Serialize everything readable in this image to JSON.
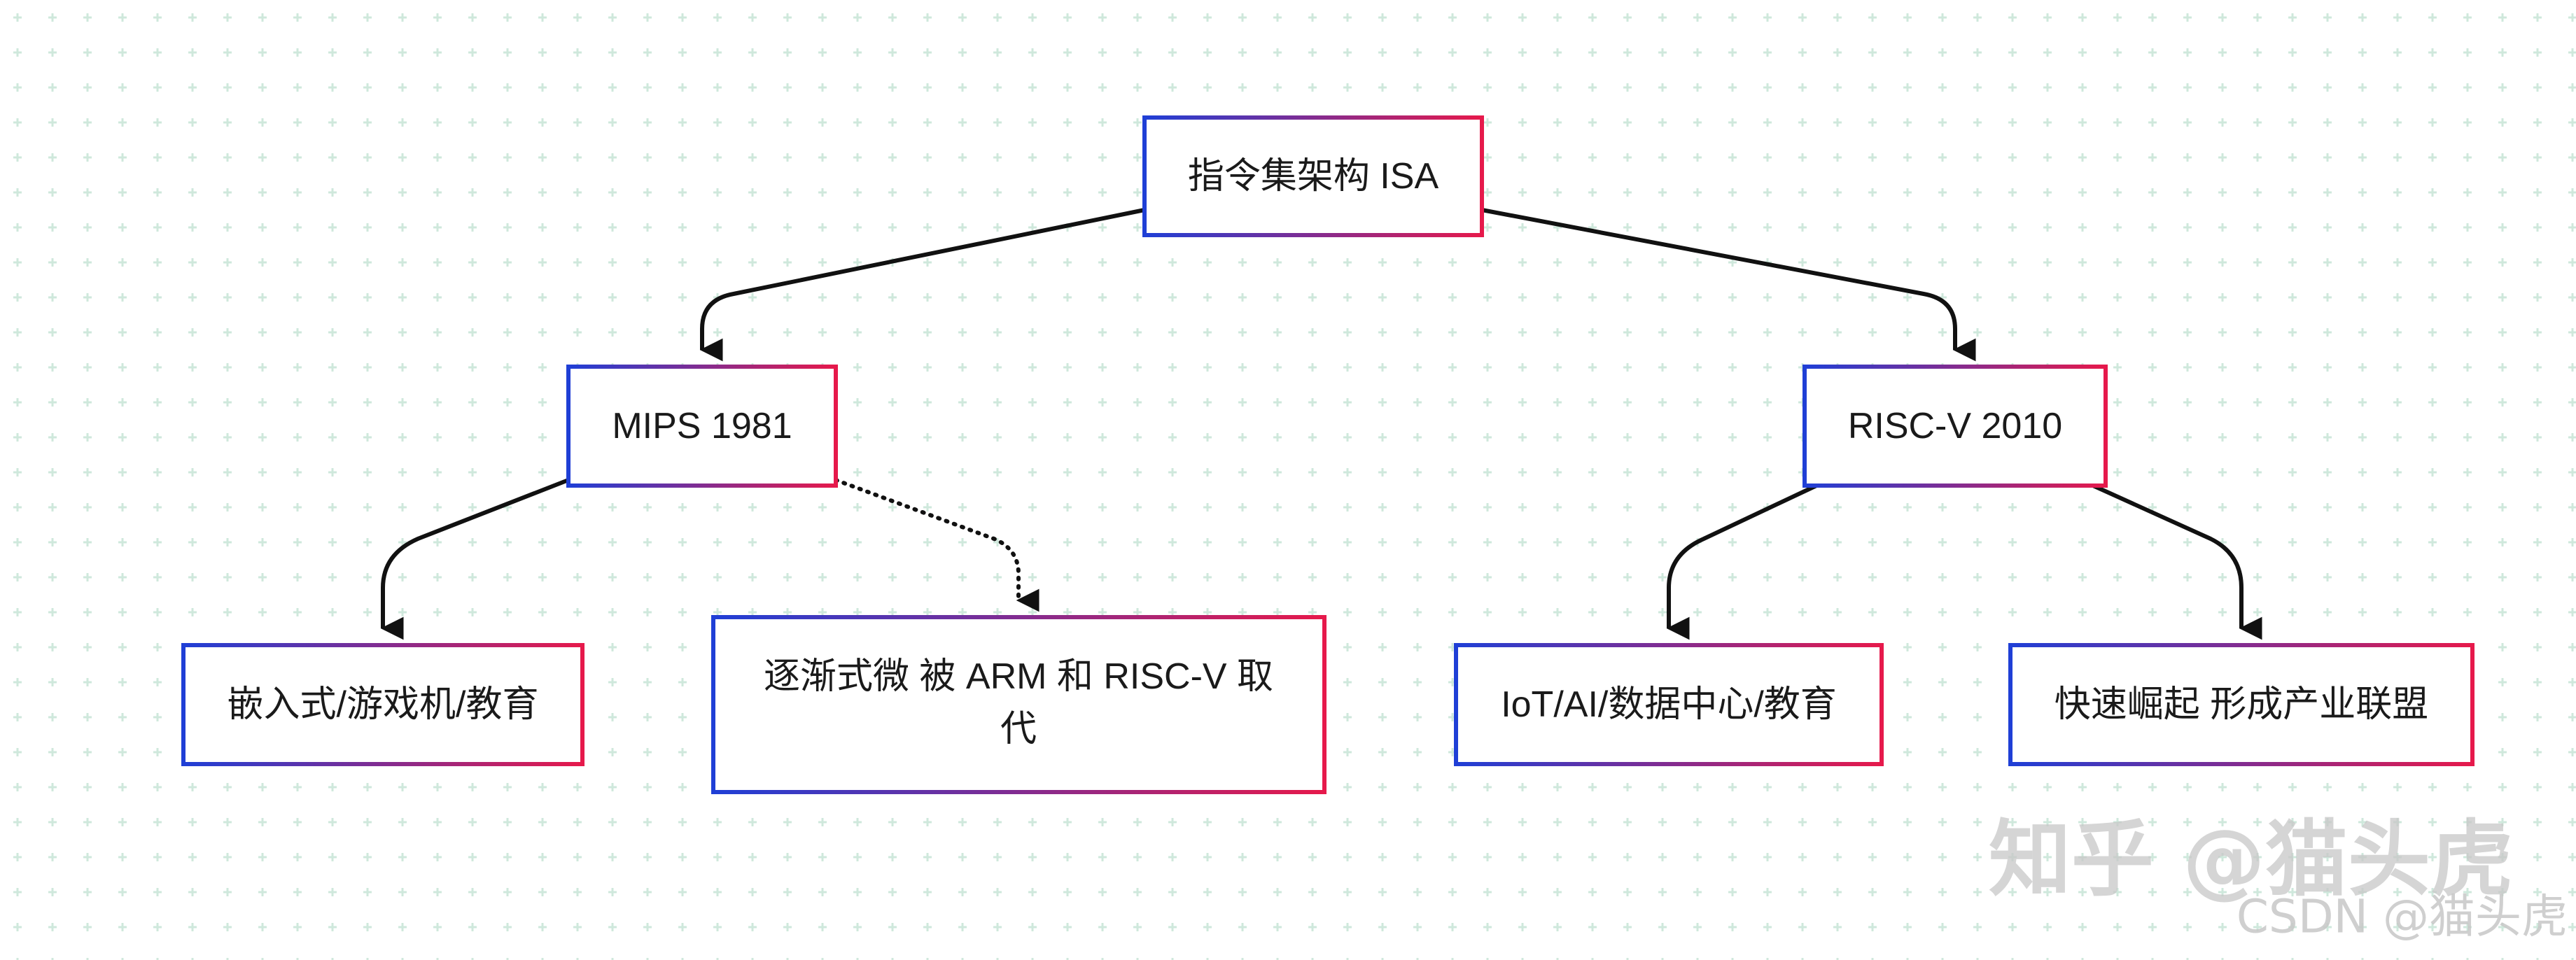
{
  "diagram": {
    "nodes": [
      {
        "id": "isa",
        "label_lines": [
          "指令集架构 ISA"
        ]
      },
      {
        "id": "mips",
        "label_lines": [
          "MIPS 1981"
        ]
      },
      {
        "id": "riscv",
        "label_lines": [
          "RISC-V 2010"
        ]
      },
      {
        "id": "mips_use",
        "label_lines": [
          "嵌入式/游戏机/教育"
        ]
      },
      {
        "id": "mips_fate",
        "label_lines": [
          "逐渐式微 被 ARM 和 RISC-V 取",
          "代"
        ]
      },
      {
        "id": "riscv_use",
        "label_lines": [
          "IoT/AI/数据中心/教育"
        ]
      },
      {
        "id": "riscv_rise",
        "label_lines": [
          "快速崛起 形成产业联盟"
        ]
      }
    ],
    "edges": [
      {
        "from": "isa",
        "to": "mips",
        "style": "solid"
      },
      {
        "from": "isa",
        "to": "riscv",
        "style": "solid"
      },
      {
        "from": "mips",
        "to": "mips_use",
        "style": "solid"
      },
      {
        "from": "mips",
        "to": "mips_fate",
        "style": "dotted"
      },
      {
        "from": "riscv",
        "to": "riscv_use",
        "style": "solid"
      },
      {
        "from": "riscv",
        "to": "riscv_rise",
        "style": "solid"
      }
    ],
    "colors": {
      "border_start": "#1f3fd6",
      "border_end": "#e6194b",
      "edge": "#111111",
      "grid_mark": "#cfe8dc"
    }
  },
  "watermark": {
    "line1": "知乎 @猫头虎",
    "line2": "CSDN @猫头虎"
  }
}
